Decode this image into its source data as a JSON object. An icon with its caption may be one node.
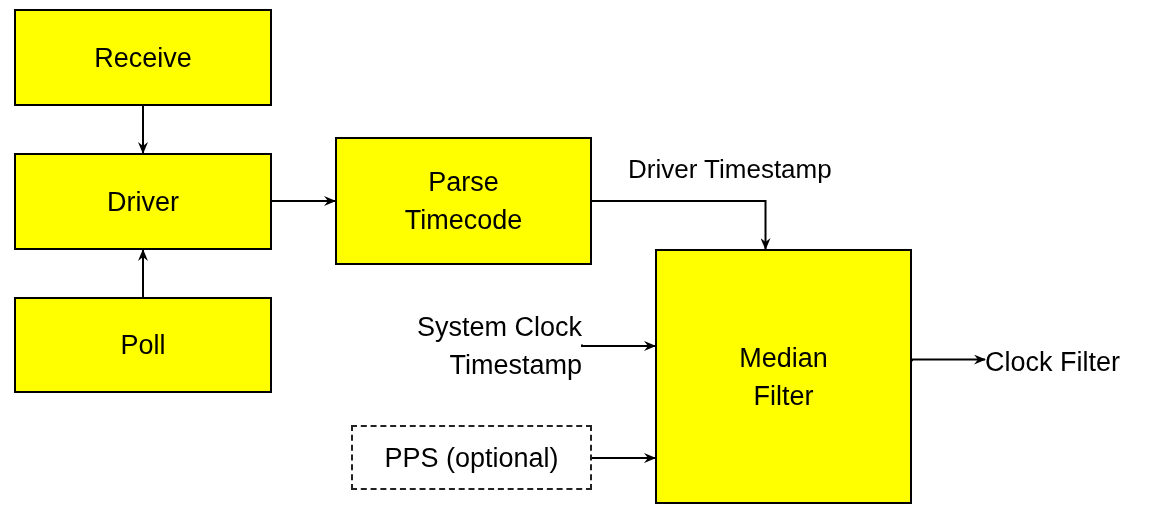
{
  "diagram": {
    "nodes": [
      {
        "text": [
          "Receive"
        ]
      },
      {
        "text": [
          "Driver"
        ]
      },
      {
        "text": [
          "Poll"
        ]
      },
      {
        "text": [
          "Parse Timecode"
        ]
      },
      {
        "text": [
          "Median Filter"
        ]
      },
      {
        "text": [
          "System Clock Timestamp"
        ]
      },
      {
        "text": [
          "PPS (optional)"
        ]
      },
      {
        "text": [
          "Clock Filter"
        ]
      }
    ],
    "edges": [
      {
        "from": 0,
        "to": 1,
        "arrow": "to"
      },
      {
        "from": 2,
        "to": 1,
        "arrow": "to"
      },
      {
        "from": 1,
        "to": 3,
        "arrow": "to"
      },
      {
        "from": 3,
        "to": 4,
        "arrow": "to",
        "label": "Driver Timestamp"
      },
      {
        "from": 5,
        "to": 4,
        "arrow": "to"
      },
      {
        "from": 6,
        "to": 4,
        "arrow": "to"
      },
      {
        "from": 4,
        "to": 7,
        "arrow": "to"
      }
    ]
  }
}
